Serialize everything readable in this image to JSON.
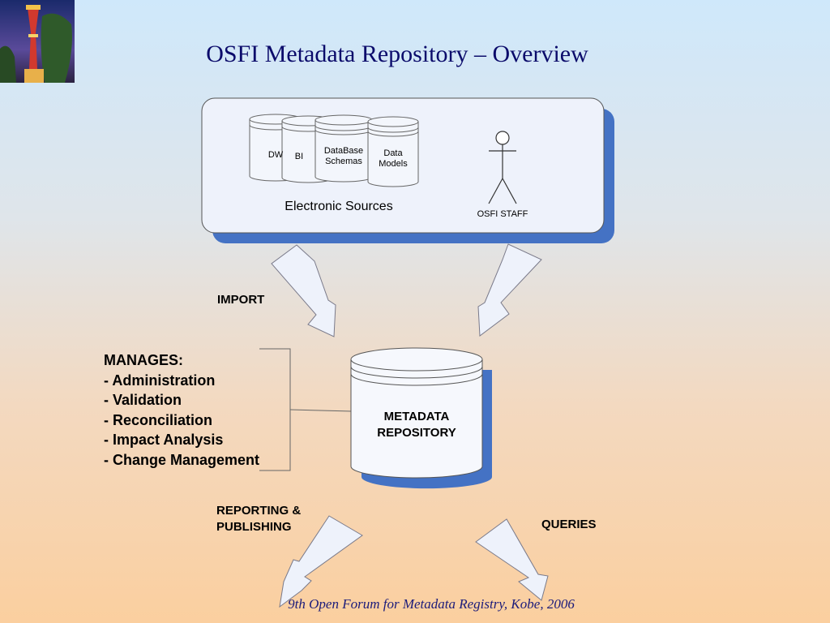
{
  "title": "OSFI Metadata Repository – Overview",
  "footer": "9th Open Forum for Metadata Registry, Kobe, 2006",
  "sources_panel": {
    "databases": [
      "DW",
      "BI",
      "DataBase Schemas",
      "Data Models"
    ],
    "caption": "Electronic Sources",
    "actor_label": "OSFI STAFF"
  },
  "labels": {
    "import": "IMPORT",
    "reporting": "REPORTING & PUBLISHING",
    "queries": "QUERIES"
  },
  "repository": {
    "line1": "METADATA",
    "line2": "REPOSITORY"
  },
  "manages": {
    "heading": "MANAGES:",
    "items": [
      "- Administration",
      "- Validation",
      "- Reconciliation",
      "- Impact Analysis",
      "- Change Management"
    ]
  },
  "colors": {
    "title": "#0b0b6b",
    "panel_shadow": "#4472c4",
    "arrow_fill": "#eef2fb",
    "arrow_stroke": "#7a7a8a"
  }
}
